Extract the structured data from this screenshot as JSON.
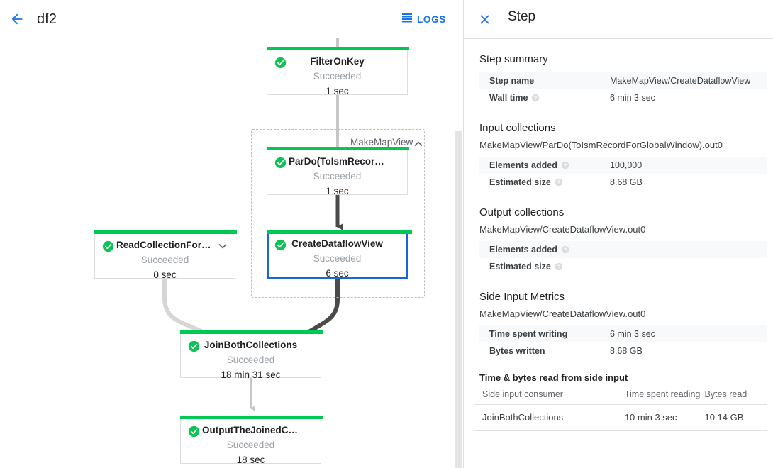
{
  "topbar": {
    "back_icon": "arrow-left-icon",
    "job_title": "df2",
    "logs_label": "LOGS",
    "logs_icon": "logs-list-icon",
    "accent_color": "#1a73e8"
  },
  "graph": {
    "group": {
      "label": "MakeMapView",
      "collapse_icon": "chevron-up-icon"
    },
    "status_color": "#00c853",
    "selected_color": "#1967d2",
    "nodes": [
      {
        "id": "filter-on-key",
        "title": "FilterOnKey",
        "status": "Succeeded",
        "time": "1 sec",
        "selected": false,
        "chevron": false
      },
      {
        "id": "pardo-toismrecordfor",
        "title": "ParDo(ToIsmRecordFor…",
        "status": "Succeeded",
        "time": "1 sec",
        "selected": false,
        "chevron": false
      },
      {
        "id": "create-dataflow-view",
        "title": "CreateDataflowView",
        "status": "Succeeded",
        "time": "6 sec",
        "selected": true,
        "chevron": false
      },
      {
        "id": "read-collection-for-join",
        "title": "ReadCollectionForJoin",
        "status": "Succeeded",
        "time": "0 sec",
        "selected": false,
        "chevron": true
      },
      {
        "id": "join-both-collections",
        "title": "JoinBothCollections",
        "status": "Succeeded",
        "time": "18 min 31 sec",
        "selected": false,
        "chevron": false
      },
      {
        "id": "output-the-joined-collec",
        "title": "OutputTheJoinedCollec…",
        "status": "Succeeded",
        "time": "18 sec",
        "selected": false,
        "chevron": false
      }
    ]
  },
  "panel": {
    "close_icon": "close-icon",
    "title": "Step",
    "step_summary": {
      "heading": "Step summary",
      "rows": [
        {
          "key": "Step name",
          "value": "MakeMapView/CreateDataflowView",
          "help": false
        },
        {
          "key": "Wall time",
          "value": "6 min 3 sec",
          "help": true
        }
      ]
    },
    "input_collections": {
      "heading": "Input collections",
      "collection_name": "MakeMapView/ParDo(ToIsmRecordForGlobalWindow).out0",
      "rows": [
        {
          "key": "Elements added",
          "value": "100,000",
          "help": true
        },
        {
          "key": "Estimated size",
          "value": "8.68 GB",
          "help": true
        }
      ]
    },
    "output_collections": {
      "heading": "Output collections",
      "collection_name": "MakeMapView/CreateDataflowView.out0",
      "rows": [
        {
          "key": "Elements added",
          "value": "–",
          "help": true
        },
        {
          "key": "Estimated size",
          "value": "–",
          "help": true
        }
      ]
    },
    "side_input_metrics": {
      "heading": "Side Input Metrics",
      "collection_name": "MakeMapView/CreateDataflowView.out0",
      "rows": [
        {
          "key": "Time spent writing",
          "value": "6 min 3 sec",
          "help": false
        },
        {
          "key": "Bytes written",
          "value": "8.68 GB",
          "help": false
        }
      ],
      "table_title": "Time & bytes read from side input",
      "columns": [
        "Side input consumer",
        "Time spent reading",
        "Bytes read"
      ],
      "rows_data": [
        [
          "JoinBothCollections",
          "10 min 3 sec",
          "10.14 GB"
        ]
      ]
    }
  }
}
